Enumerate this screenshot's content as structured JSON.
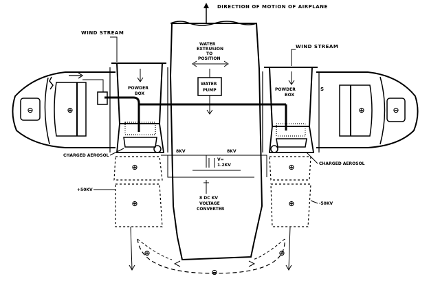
{
  "labels": {
    "direction": "DIRECTION OF MOTION OF AIRPLANE",
    "wind_left": "WIND STREAM",
    "wind_right": "WIND STREAM",
    "water_cap1": "WATER",
    "water_cap2": "EXTRUSION",
    "water_cap3": "TO",
    "water_cap4": "POSITION",
    "pump1": "WATER",
    "pump2": "PUMP",
    "powder_left1": "POWDER",
    "powder_left2": "BOX",
    "powder_right1": "POWDER",
    "powder_right2": "BOX",
    "charged_left": "CHARGED AEROSOL",
    "charged_right": "CHARGED AEROSOL",
    "kv_left": "8KV",
    "kv_right": "8KV",
    "conv1": "V=",
    "conv2": "1.2KV",
    "conv3": "8 DC KV",
    "conv4": "VOLTAGE",
    "conv5": "CONVERTER",
    "plus50": "+50KV",
    "minus50": "-50KV",
    "s_mark": "S"
  },
  "polarity": {
    "left_outer": "⊖",
    "left_inner": "⊕",
    "right_inner": "⊕",
    "right_outer": "⊖",
    "left_cloud_top": "⊕",
    "right_cloud_top": "⊕",
    "left_cloud_bottom": "⊕",
    "right_cloud_bottom": "⊕",
    "bottom_left": "⊕",
    "bottom_mid": "⊖",
    "bottom_right": "⊕"
  }
}
